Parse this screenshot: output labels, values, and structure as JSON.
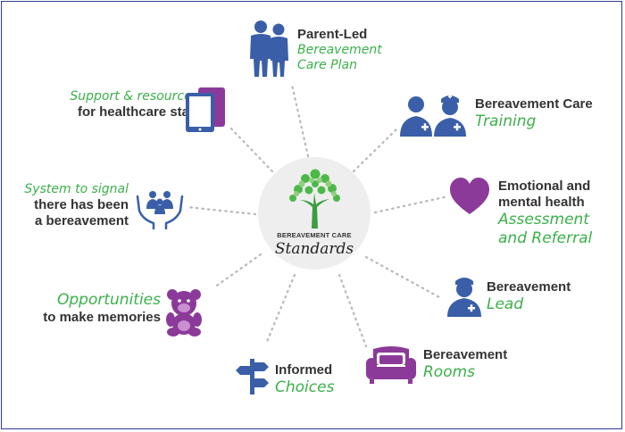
{
  "colors": {
    "blue": "#3a5fa8",
    "purple": "#8b3a99",
    "green": "#3bb04a",
    "dark": "#333333",
    "border": "#2f3d8f"
  },
  "center": {
    "subtitle": "BEREAVEMENT CARE",
    "title": "Standards"
  },
  "items": {
    "parent_led": {
      "line1": "Parent-Led",
      "line2": "Bereavement",
      "line3": "Care Plan",
      "icon": "parents-icon"
    },
    "training": {
      "line1": "Bereavement Care",
      "line2": "Training",
      "icon": "nurses-icon"
    },
    "emotional": {
      "line1": "Emotional and",
      "line2": "mental health",
      "line3": "Assessment",
      "line4": "and Referral",
      "icon": "heart-icon"
    },
    "lead": {
      "line1": "Bereavement",
      "line2": "Lead",
      "icon": "nurse-icon"
    },
    "rooms": {
      "line1": "Bereavement",
      "line2": "Rooms",
      "icon": "sofa-icon"
    },
    "choices": {
      "line1": "Informed",
      "line2": "Choices",
      "icon": "signpost-icon"
    },
    "memories": {
      "line1": "Opportunities",
      "line2": "to make memories",
      "icon": "teddy-bear-icon"
    },
    "signal": {
      "line1": "System to signal",
      "line2": "there has been",
      "line3": "a bereavement",
      "icon": "hands-family-icon"
    },
    "support": {
      "line1": "Support & resources",
      "line2": "for healthcare staff",
      "icon": "tablet-icon"
    }
  }
}
